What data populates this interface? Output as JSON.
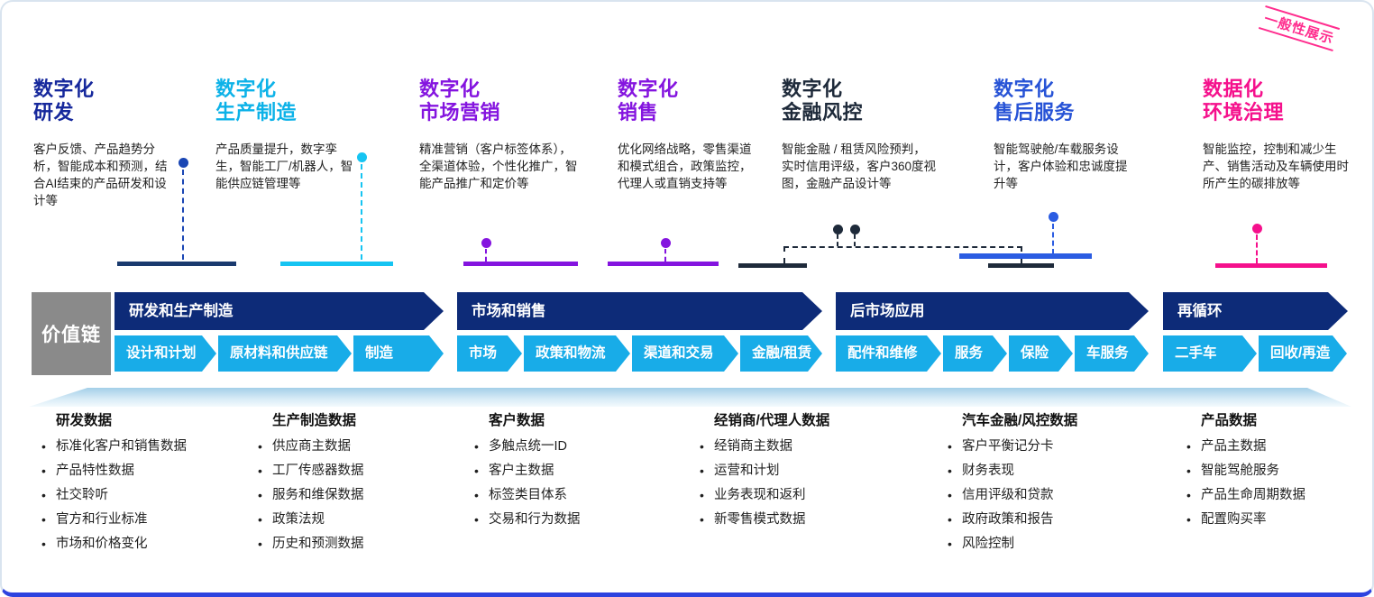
{
  "badge": {
    "label": "一般性展示"
  },
  "columns": [
    {
      "title": "数字化\n研发",
      "desc": "客户反馈、产品趋势分析，智能成本和预测，结合AI结束的产品研发和设计等",
      "color": "#16289c",
      "accent": "#1a3a6e",
      "dot": "#1a46b4"
    },
    {
      "title": "数字化\n生产制造",
      "desc": "产品质量提升，数字孪生，智能工厂/机器人，智能供应链管理等",
      "color": "#0cb2e8",
      "accent": "#16c4f2",
      "dot": "#16c4f2"
    },
    {
      "title": "数字化\n市场营销",
      "desc": "精准营销（客户标签体系），全渠道体验，个性化推广，智能产品推广和定价等",
      "color": "#8414df",
      "accent": "#8414df",
      "dot": "#8414df"
    },
    {
      "title": "数字化\n销售",
      "desc": "优化网络战略，零售渠道和模式组合，政策监控，代理人或直销支持等",
      "color": "#8414df",
      "accent": "#8414df",
      "dot": "#8414df"
    },
    {
      "title": "数字化\n金融风控",
      "desc": "智能金融 / 租赁风险预判，实时信用评级，客户360度视图，金融产品设计等",
      "color": "#1e2a3a",
      "accent": "#1e2a3a",
      "dot": "#1e2a3a"
    },
    {
      "title": "数字化\n售后服务",
      "desc": "智能驾驶舱/车载服务设计，客户体验和忠诚度提升等",
      "color": "#2753d6",
      "accent": "#2b5ce2",
      "dot": "#2b5ce2"
    },
    {
      "title": "数据化\n环境治理",
      "desc": "智能监控，控制和减少生产、销售活动及车辆使用时所产生的碳排放等",
      "color": "#f5108c",
      "accent": "#f5108c",
      "dot": "#f5108c"
    }
  ],
  "value_chain": {
    "label": "价值链",
    "groups": [
      {
        "label": "研发和生产制造",
        "sub": [
          "设计和计划",
          "原材料和供应链",
          "制造"
        ]
      },
      {
        "label": "市场和销售",
        "sub": [
          "市场",
          "政策和物流",
          "渠道和交易",
          "金融/租赁"
        ]
      },
      {
        "label": "后市场应用",
        "sub": [
          "配件和维修",
          "服务",
          "保险",
          "车服务"
        ]
      },
      {
        "label": "再循环",
        "sub": [
          "二手车",
          "回收/再造"
        ]
      }
    ]
  },
  "data_lists": [
    {
      "title": "研发数据",
      "items": [
        "标准化客户和销售数据",
        "产品特性数据",
        "社交聆听",
        "官方和行业标准",
        "市场和价格变化"
      ]
    },
    {
      "title": "生产制造数据",
      "items": [
        "供应商主数据",
        "工厂传感器数据",
        "服务和维保数据",
        "政策法规",
        "历史和预测数据"
      ]
    },
    {
      "title": "客户数据",
      "items": [
        "多触点统一ID",
        "客户主数据",
        "标签类目体系",
        "交易和行为数据"
      ]
    },
    {
      "title": "经销商/代理人数据",
      "items": [
        "经销商主数据",
        "运营和计划",
        "业务表现和返利",
        "新零售模式数据"
      ]
    },
    {
      "title": "汽车金融/风控数据",
      "items": [
        "客户平衡记分卡",
        "财务表现",
        "信用评级和贷款",
        "政府政策和报告",
        "风险控制"
      ]
    },
    {
      "title": "产品数据",
      "items": [
        "产品主数据",
        "智能驾舱服务",
        "产品生命周期数据",
        "配置购买率"
      ]
    }
  ],
  "colors": {
    "badge": "#ff2d8e",
    "arrow_primary": "#0d2b78",
    "arrow_secondary": "#18ace8",
    "value_chain_box": "#8a8a8a",
    "bottom_rule": "#2d43df",
    "band_top": "#a3cfe8"
  }
}
